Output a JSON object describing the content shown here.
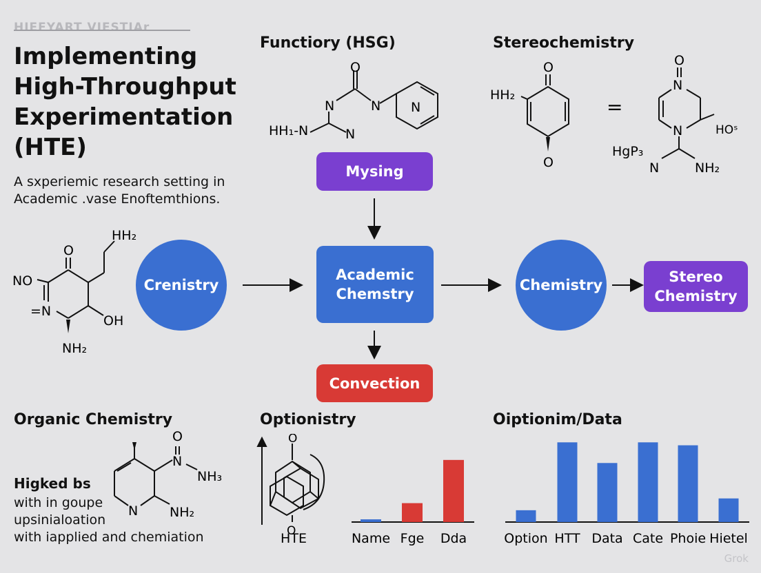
{
  "header": {
    "overline": "HIEFYART VIESTIAr",
    "title": "Implementing\nHigh-Throughput\nExperimentation\n(HTE)",
    "subtitle": "A sxperiemic research setting in\nAcademic .vase Enoftemthions."
  },
  "sections": {
    "functiory": "Functiory (HSG)",
    "stereochemistry": "Stereochemistry",
    "organic": "Organic Chemistry",
    "optionistry": "Optionistry",
    "optionim": "Oiptionim/Data"
  },
  "flow": {
    "mysing": "Mysing",
    "crenistry": "Crenistry",
    "academic": "Academic\nChemstry",
    "chemistry": "Chemistry",
    "stereo": "Stereo\nChemistry",
    "convection": "Convection"
  },
  "molecules": {
    "m1": {
      "nh": "HH₁-N",
      "n1": "N",
      "n2": "N",
      "n3": "N",
      "n4": "N",
      "o": "O"
    },
    "m2": {
      "h2": "HH₂",
      "o1": "O",
      "o2": "O"
    },
    "m3": {
      "o": "O",
      "n1": "N",
      "n2": "N",
      "n3": "N",
      "ho": "HOˢ",
      "hgp": "HgP₃",
      "nh2": "NH₂",
      "eq": "="
    },
    "m4": {
      "no": "NO",
      "o": "O",
      "hh2": "HH₂",
      "n": "=N",
      "oh": "OH",
      "nh2": "NH₂"
    },
    "m5": {
      "o": "O",
      "n1": "N",
      "nh": "NH₃",
      "n2": "N",
      "nh2": "NH₂"
    },
    "m6": {
      "o1": "O",
      "o2": "O"
    }
  },
  "organic_text": {
    "head": "Higked bs",
    "body": "with in goupe\nupsinialoation\nwith iapplied and chemiation"
  },
  "chart_data": [
    {
      "type": "bar",
      "title": "Optionistry",
      "categories": [
        "Name",
        "Fge",
        "Dda"
      ],
      "values": [
        1,
        7,
        23
      ],
      "colors": [
        "#3a6fd1",
        "#d83a35",
        "#d83a35"
      ],
      "xlabel": "HTE",
      "ylim": [
        0,
        25
      ]
    },
    {
      "type": "bar",
      "title": "Oiptionim/Data",
      "categories": [
        "Option",
        "HTT",
        "Data",
        "Cate",
        "Phoie",
        "Hietel"
      ],
      "values": [
        4,
        27,
        20,
        27,
        26,
        8
      ],
      "colors": [
        "#3a6fd1",
        "#3a6fd1",
        "#3a6fd1",
        "#3a6fd1",
        "#3a6fd1",
        "#3a6fd1"
      ],
      "ylim": [
        0,
        28
      ]
    }
  ],
  "colors": {
    "purple": "#7a3fd0",
    "blue": "#3a6fd1",
    "red": "#d83a35"
  },
  "watermark": "Grok"
}
